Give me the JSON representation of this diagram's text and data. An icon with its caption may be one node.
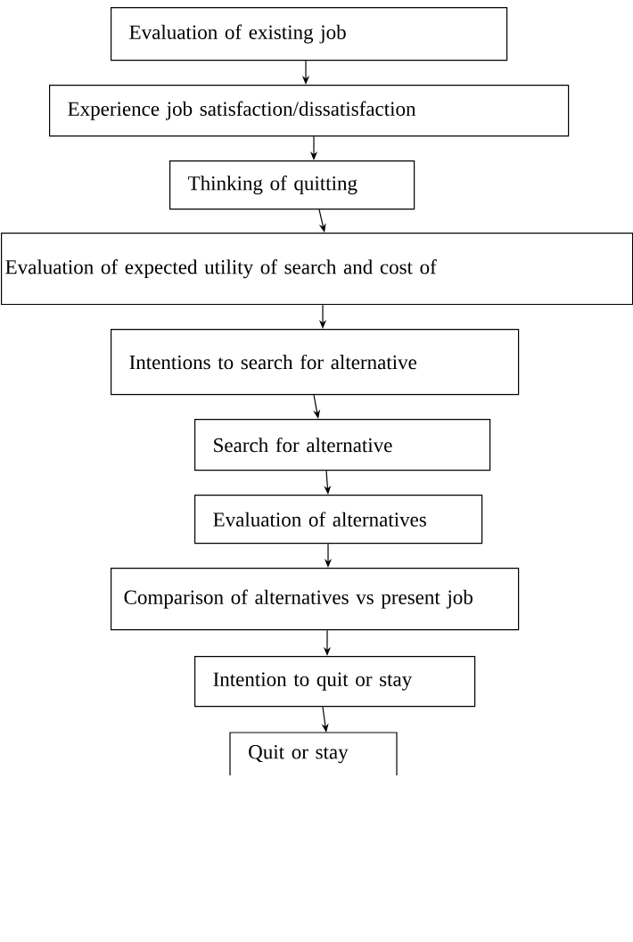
{
  "diagram": {
    "nodes": [
      {
        "text": [
          "Evaluation of existing job"
        ]
      },
      {
        "text": [
          "Experience job satisfaction/dissatisfaction"
        ]
      },
      {
        "text": [
          "Thinking of quitting"
        ]
      },
      {
        "text": [
          "Evaluation of expected utility of search and cost of"
        ]
      },
      {
        "text": [
          "Intentions to search for alternative"
        ]
      },
      {
        "text": [
          "Search for alternative"
        ]
      },
      {
        "text": [
          "Evaluation of alternatives"
        ]
      },
      {
        "text": [
          "Comparison of alternatives vs present job"
        ]
      },
      {
        "text": [
          "Intention to quit or stay"
        ]
      },
      {
        "text": [
          "Quit or stay"
        ]
      }
    ],
    "edges": [
      {
        "from": 0,
        "to": 1,
        "arrow": "to"
      },
      {
        "from": 1,
        "to": 2,
        "arrow": "to"
      },
      {
        "from": 2,
        "to": 3,
        "arrow": "to"
      },
      {
        "from": 3,
        "to": 4,
        "arrow": "to"
      },
      {
        "from": 4,
        "to": 5,
        "arrow": "to"
      },
      {
        "from": 5,
        "to": 6,
        "arrow": "to"
      },
      {
        "from": 6,
        "to": 7,
        "arrow": "to"
      },
      {
        "from": 7,
        "to": 8,
        "arrow": "to"
      },
      {
        "from": 8,
        "to": 9,
        "arrow": "to"
      }
    ]
  }
}
